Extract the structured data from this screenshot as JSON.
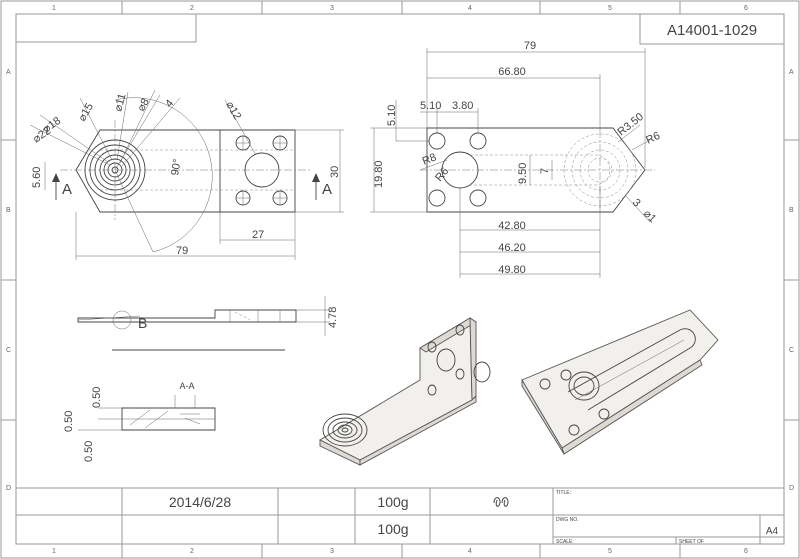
{
  "drawing_number": "A14001-1029",
  "zones": {
    "columns": [
      "1",
      "2",
      "3",
      "4",
      "5",
      "6"
    ],
    "rows": [
      "A",
      "B",
      "C",
      "D"
    ]
  },
  "title_block": {
    "date": "2014/6/28",
    "weight_1": "100g",
    "weight_2": "100g",
    "title_label": "TITLE:",
    "dwg_no_label": "DWG NO.",
    "scale_label": "SCALE:",
    "sheet_label": "SHEET OF",
    "size": "A4"
  },
  "front_view": {
    "dims": {
      "d22": "⌀22",
      "d18": "⌀18",
      "d15": "⌀15",
      "d11": "⌀11",
      "d8": "⌀8",
      "d4": "4",
      "d12": "⌀12",
      "d560": "5.60",
      "d90": "90°",
      "d79": "79",
      "d27": "27",
      "d30": "30",
      "section_left": "A",
      "section_right": "A"
    }
  },
  "top_view": {
    "dims": {
      "d79": "79",
      "d6680": "66.80",
      "d510a": "5.10",
      "d510b": "5.10",
      "d380": "3.80",
      "r350": "R3.50",
      "r6a": "R6",
      "r8": "R8",
      "r6b": "R6",
      "d1980": "19.80",
      "d950": "9.50",
      "d7": "7",
      "d3": "3",
      "d1": "⌀1",
      "d4280": "42.80",
      "d4620": "46.20",
      "d4980": "49.80"
    }
  },
  "side_view": {
    "dims": {
      "d478": "4.78",
      "detail_b": "B"
    }
  },
  "section_view": {
    "dims": {
      "label": "A-A",
      "d050a": "0.50",
      "d050b": "0.50",
      "d050c": "0.50"
    }
  }
}
